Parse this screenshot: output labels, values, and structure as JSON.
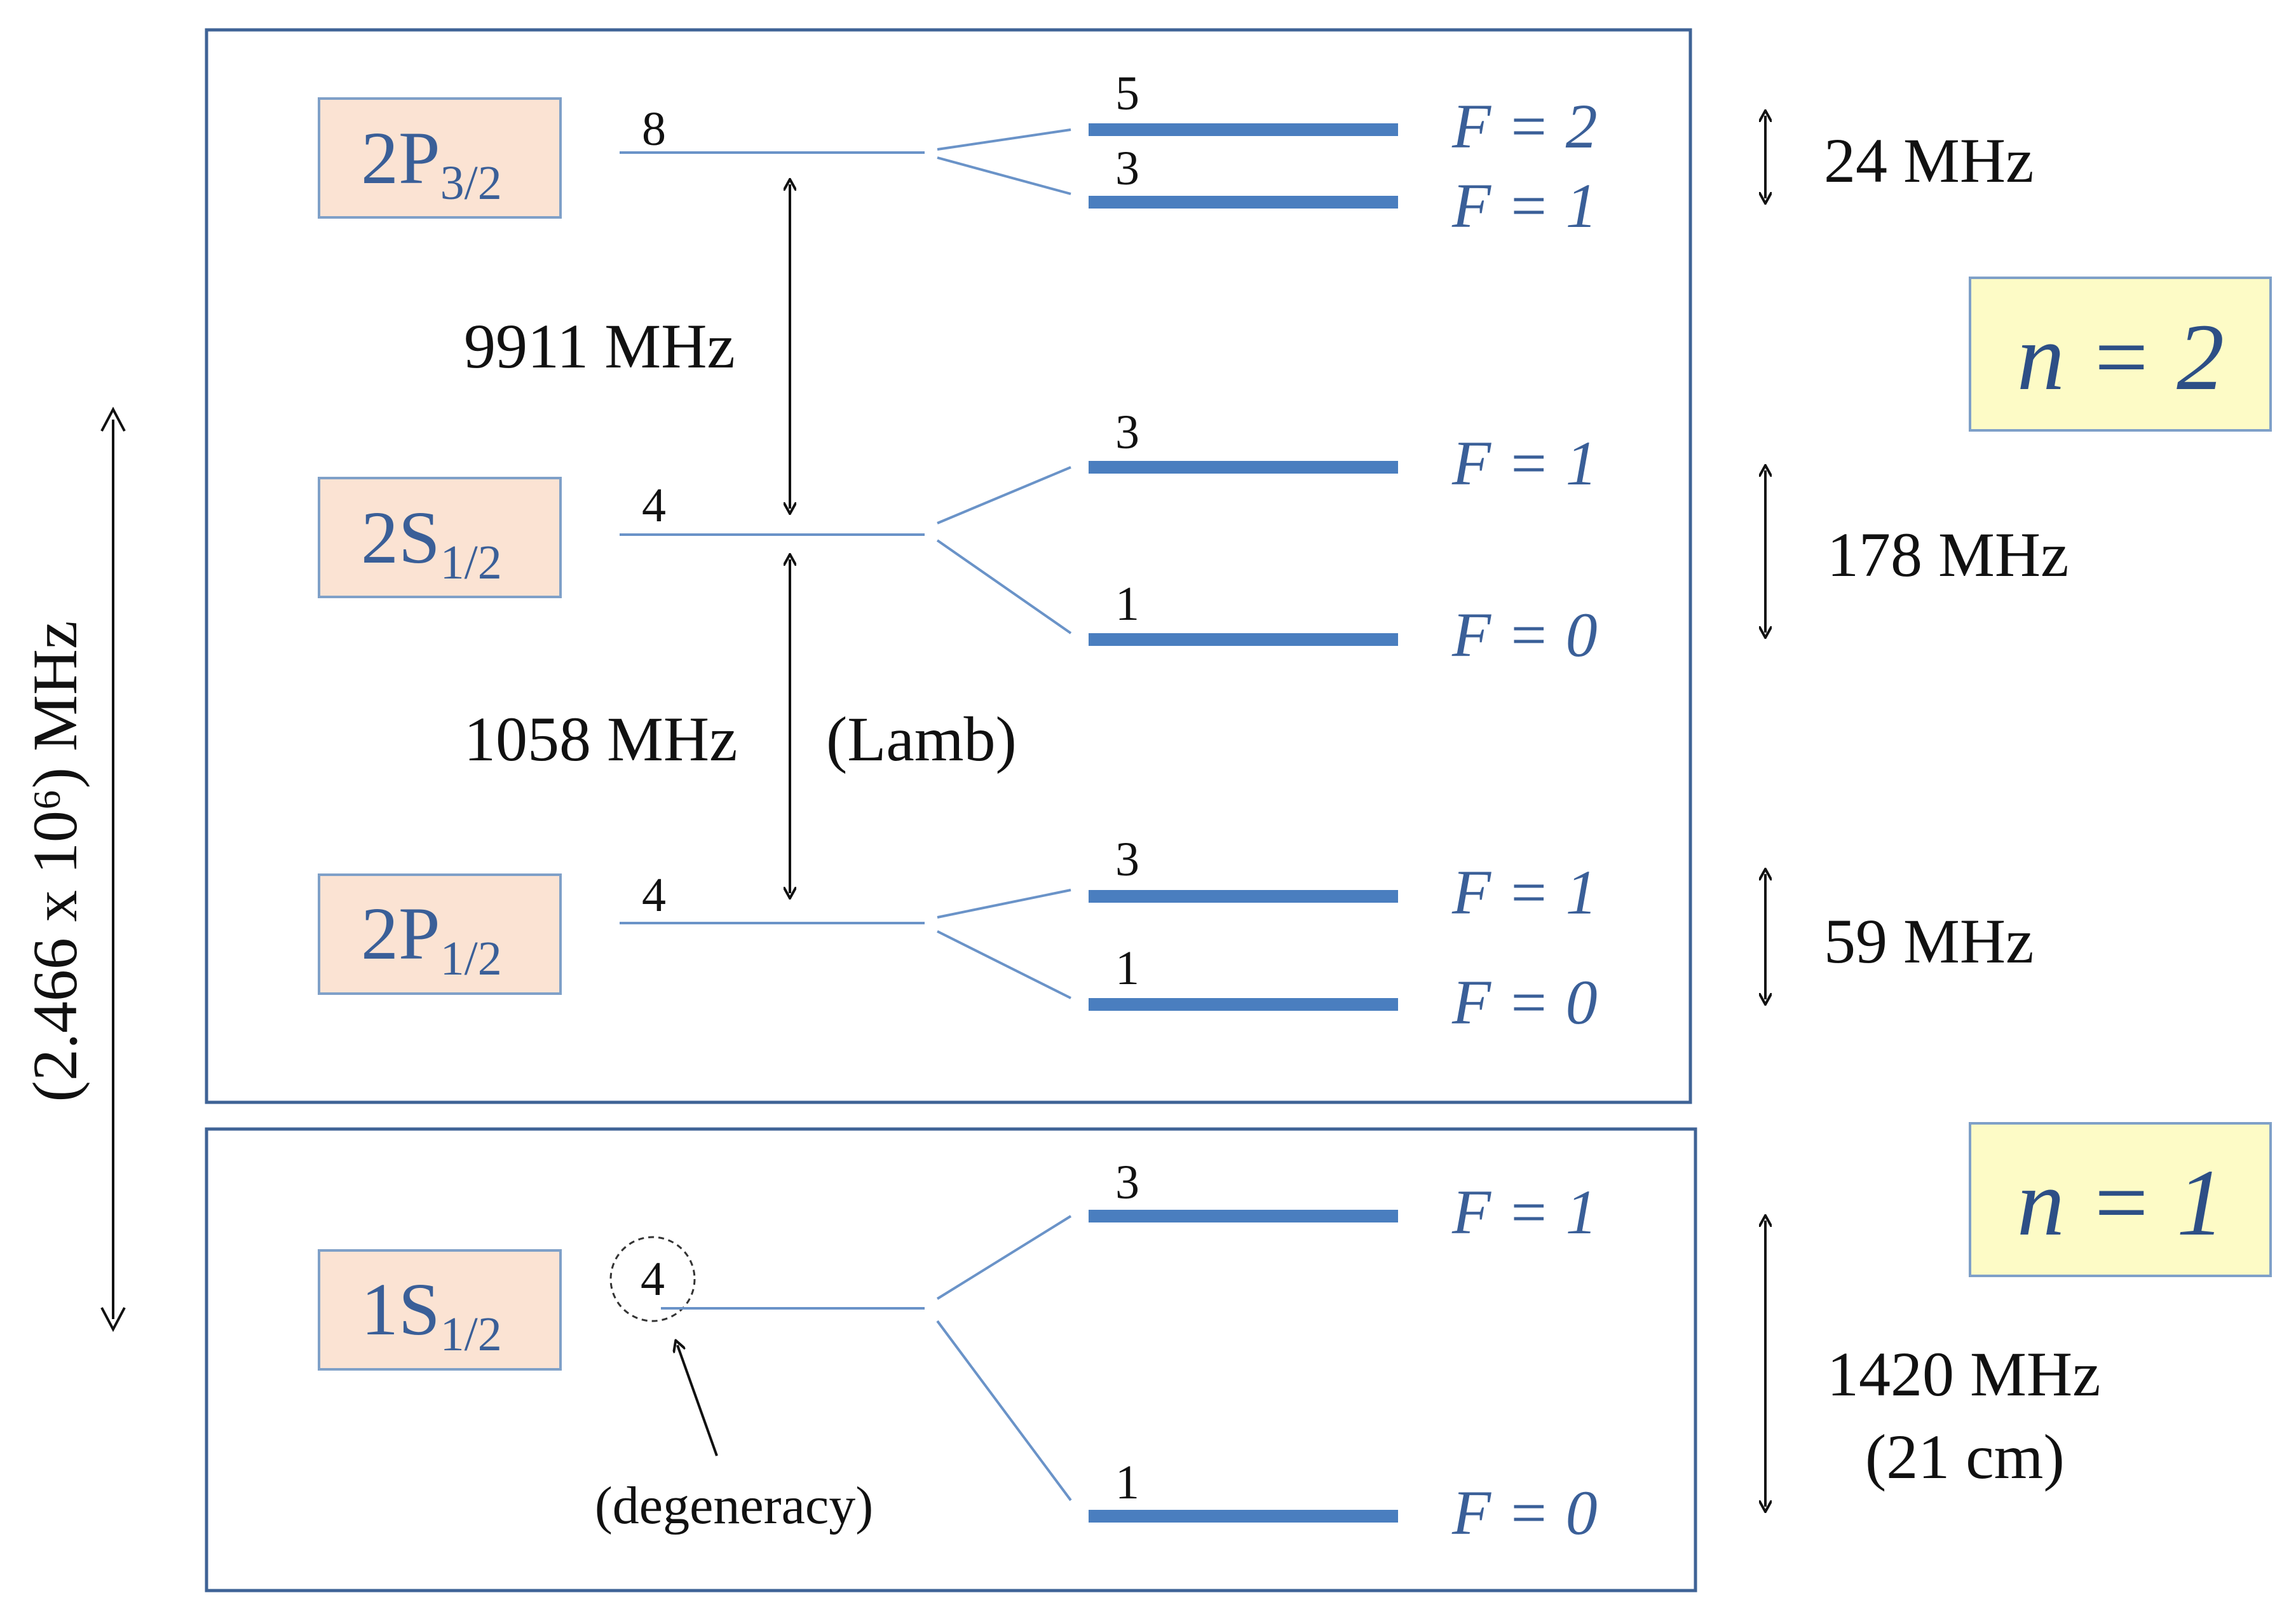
{
  "levels": {
    "p32": {
      "term": "2P",
      "sub": "3/2",
      "degeneracy": "8",
      "upper": {
        "deg": "5",
        "F": "F = 2"
      },
      "lower": {
        "deg": "3",
        "F": "F = 1"
      },
      "splitting": "24 MHz"
    },
    "s12": {
      "term": "2S",
      "sub": "1/2",
      "degeneracy": "4",
      "upper": {
        "deg": "3",
        "F": "F = 1"
      },
      "lower": {
        "deg": "1",
        "F": "F = 0"
      },
      "splitting": "178 MHz"
    },
    "p12": {
      "term": "2P",
      "sub": "1/2",
      "degeneracy": "4",
      "upper": {
        "deg": "3",
        "F": "F = 1"
      },
      "lower": {
        "deg": "1",
        "F": "F = 0"
      },
      "splitting": "59 MHz"
    },
    "s1": {
      "term": "1S",
      "sub": "1/2",
      "degeneracy": "4",
      "upper": {
        "deg": "3",
        "F": "F = 1"
      },
      "lower": {
        "deg": "1",
        "F": "F = 0"
      },
      "splitting": "1420 MHz",
      "splitting2": "(21 cm)"
    }
  },
  "gaps": {
    "fine": "9911 MHz",
    "lamb": "1058 MHz",
    "lamb_note": "(Lamb)",
    "gross": "(2.466 x 10⁶) MHz"
  },
  "annotations": {
    "degeneracy": "(degeneracy)"
  },
  "shells": {
    "n2": "n = 2",
    "n1": "n = 1"
  },
  "colors": {
    "term_box_fill": "#fbe3d3",
    "term_box_border": "#7fa0c8",
    "shell_box_fill": "#fdfbc6",
    "level_blue": "#4a7ebf",
    "thin_blue": "#6a93c8",
    "frame": "#3f6396"
  }
}
